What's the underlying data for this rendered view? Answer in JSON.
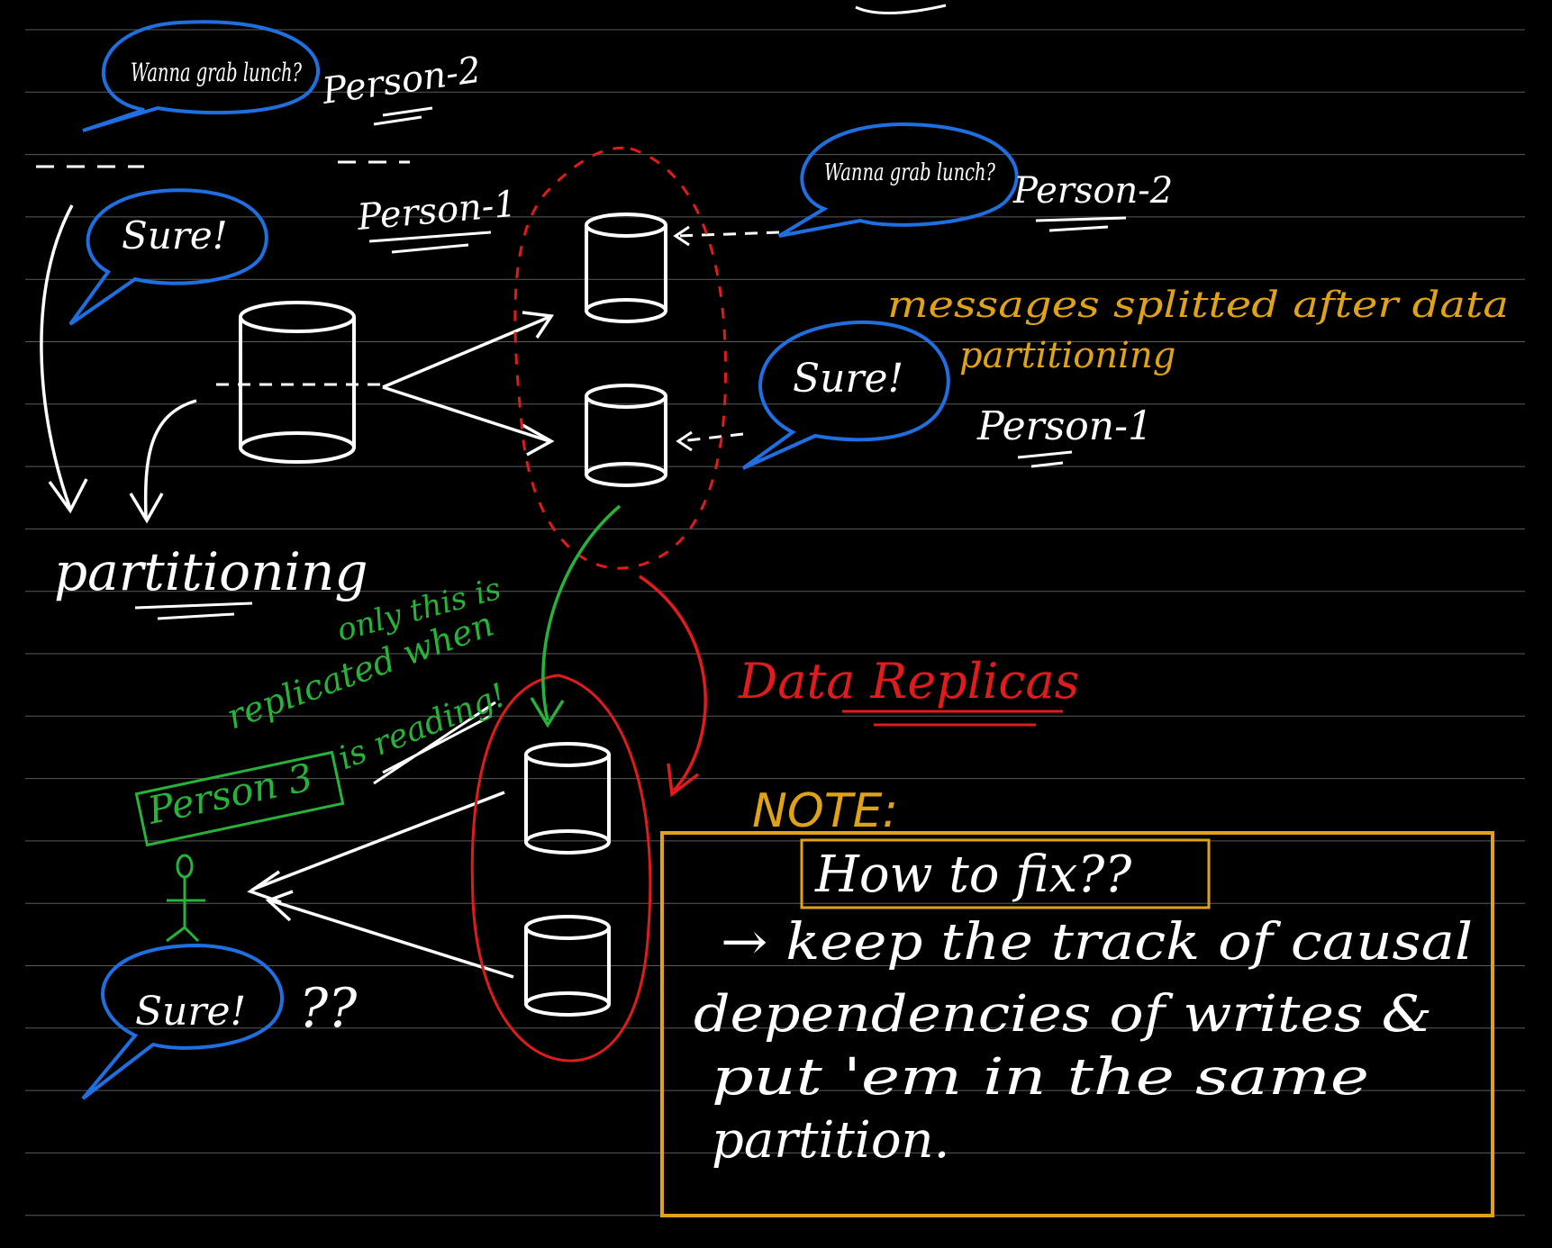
{
  "colors": {
    "background": "#000000",
    "ruled_line": "#5a5a5a",
    "ink_white": "#ffffff",
    "ink_blue": "#1f6fe0",
    "ink_red": "#e01b1b",
    "ink_green": "#27b23a",
    "ink_gold": "#e0a317"
  },
  "bubbles": {
    "top_left_question": "Wanna grab lunch?",
    "top_left_answer": "Sure!",
    "right_question": "Wanna grab lunch?",
    "right_answer": "Sure!",
    "bottom_answer": "Sure!"
  },
  "labels": {
    "person2_top": "Person-2",
    "person1_left": "Person-1",
    "person2_right": "Person-2",
    "person1_right": "Person-1",
    "partitioning": "partitioning",
    "messages_split_1": "messages splitted after data",
    "messages_split_2": "partitioning",
    "data_replicas": "Data Replicas",
    "green_note_1": "only this is",
    "green_note_2": "replicated when",
    "green_note_3": "is reading!",
    "person3": "Person 3",
    "question_marks": "??"
  },
  "note": {
    "heading": "NOTE:",
    "title": "How to fix??",
    "line1": "→ keep the track of causal",
    "line2": "dependencies of writes &",
    "line3": "put 'em in the same",
    "line4": "partition."
  }
}
